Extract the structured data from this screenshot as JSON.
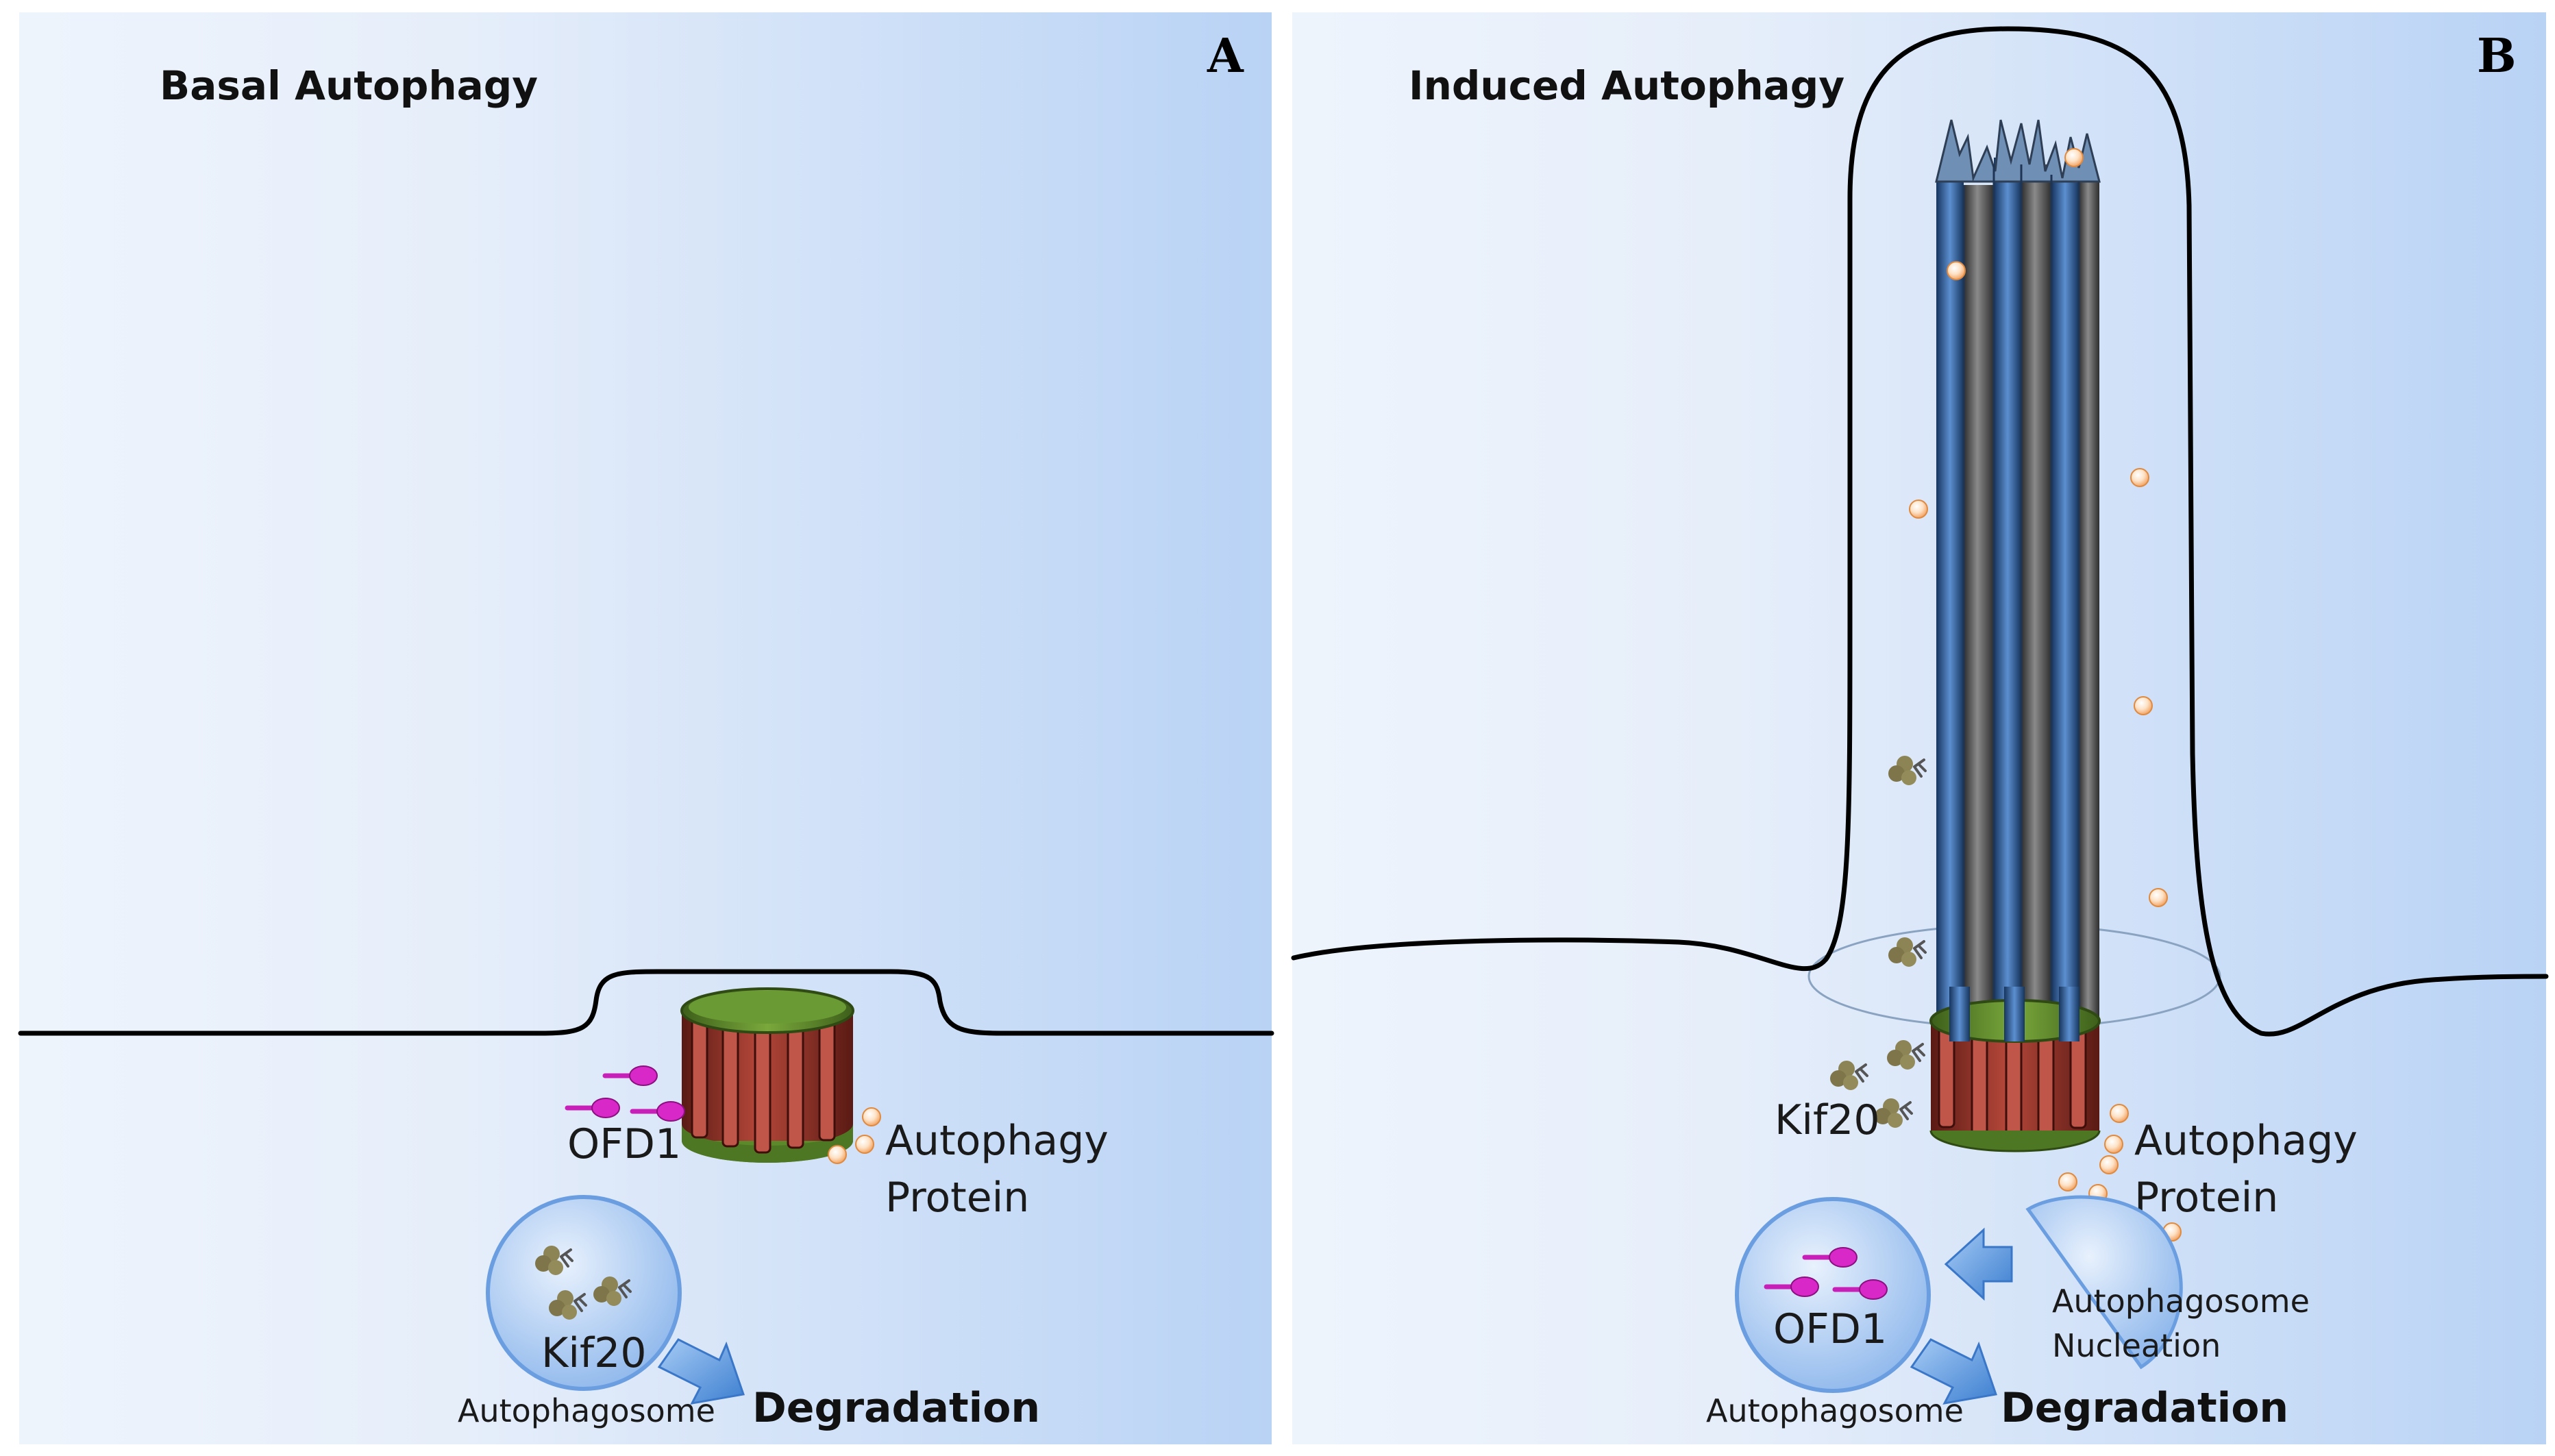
{
  "panel_a": {
    "letter": "A",
    "title": "Basal Autophagy",
    "labels": {
      "ofd1": "OFD1",
      "autophagy_line1": "Autophagy",
      "autophagy_line2": "Protein",
      "kif20": "Kif20",
      "autophagosome": "Autophagosome",
      "degradation": "Degradation"
    }
  },
  "panel_b": {
    "letter": "B",
    "title": "Induced Autophagy",
    "labels": {
      "kif20": "Kif20",
      "autophagy_line1": "Autophagy",
      "autophagy_line2": "Protein",
      "ofd1": "OFD1",
      "autophagosome": "Autophagosome",
      "nucleation_line1": "Autophagosome",
      "nucleation_line2": "Nucleation",
      "degradation": "Degradation"
    }
  },
  "colors": {
    "background_light": "#eef4fc",
    "background_dark": "#b9d3f5",
    "basal_body_red": "#8a2e22",
    "basal_body_green": "#5c8a2a",
    "ofd1_magenta": "#d020c0",
    "kif20_olive": "#8a8050",
    "autophagy_protein": "#f6b070",
    "axoneme_blue": "#2f5f9a",
    "arrow_blue": "#5b9ae0"
  }
}
